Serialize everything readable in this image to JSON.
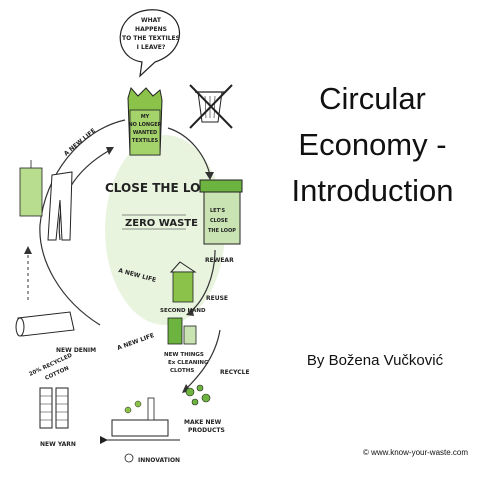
{
  "slide": {
    "title_lines": [
      "Circular",
      "Economy -",
      "Introduction"
    ],
    "author": "By Božena Vučković",
    "copyright": "© www.know-your-waste.com"
  },
  "illustration": {
    "speech_bubble": [
      "WHAT",
      "HAPPENS",
      "TO THE TEXTILES",
      "I LEAVE?"
    ],
    "bag_text": [
      "MY",
      "NO LONGER",
      "WANTED",
      "TEXTILES"
    ],
    "center_1": "CLOSE THE LOOP",
    "center_2": "ZERO WASTE",
    "bin_text": [
      "LET'S",
      "CLOSE",
      "THE LOOP"
    ],
    "a_new_life_1": "A NEW LIFE",
    "a_new_life_2": "A NEW LIFE",
    "a_new_life_3": "A NEW LIFE",
    "rewear": "REWEAR",
    "second_hand": "SECOND HAND",
    "reuse": "REUSE",
    "new_things_1": "NEW THINGS",
    "new_things_2": "Ex CLEANING",
    "new_things_3": "CLOTHS",
    "recycle": "RECYCLE",
    "make_new_products_1": "MAKE NEW",
    "make_new_products_2": "PRODUCTS",
    "innovation": "INNOVATION",
    "new_yarn": "NEW YARN",
    "recycled_cotton_1": "20% RECYCLED",
    "recycled_cotton_2": "COTTON",
    "new_denim": "NEW DENIM"
  },
  "colors": {
    "green": "#6cb33f",
    "light_green": "#c9e3b3",
    "ink": "#222222"
  }
}
